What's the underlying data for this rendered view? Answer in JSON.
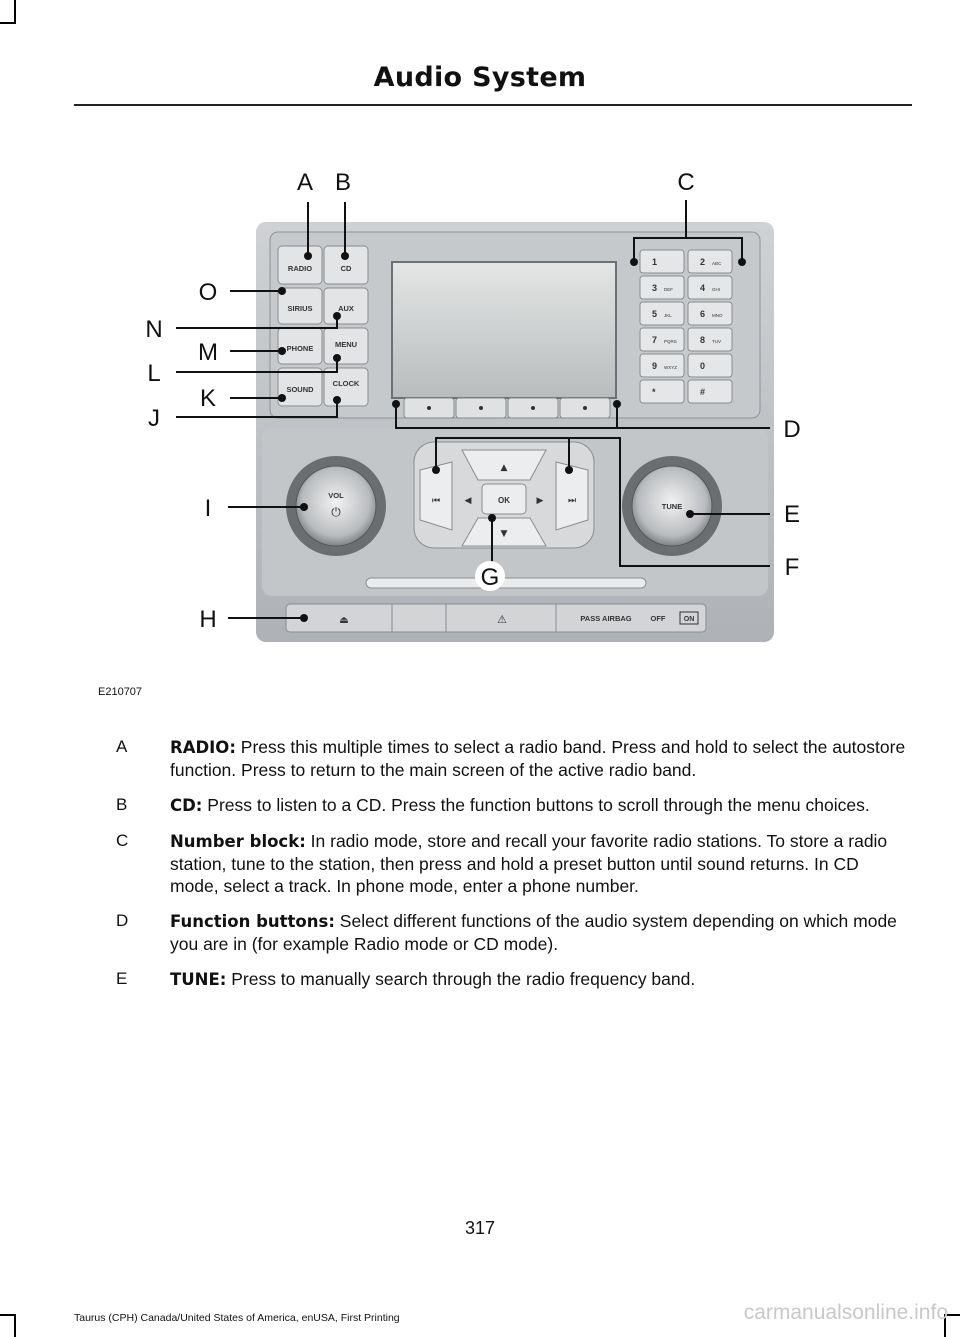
{
  "header": {
    "title": "Audio System"
  },
  "figure": {
    "id": "E210707",
    "callouts": [
      "A",
      "B",
      "C",
      "D",
      "E",
      "F",
      "G",
      "H",
      "I",
      "J",
      "K",
      "L",
      "M",
      "N",
      "O"
    ],
    "panel_labels": {
      "radio": "RADIO",
      "cd": "CD",
      "sirius": "SIRIUS",
      "aux": "AUX",
      "phone": "PHONE",
      "menu": "MENU",
      "sound": "SOUND",
      "clock": "CLOCK",
      "vol": "VOL",
      "tune": "TUNE",
      "ok": "OK",
      "pass_airbag": "PASS AIRBAG",
      "off": "OFF",
      "on": "ON"
    },
    "keypad": [
      [
        "1",
        ""
      ],
      [
        "2",
        "ABC"
      ],
      [
        "3",
        "DEF"
      ],
      [
        "4",
        "GHI"
      ],
      [
        "5",
        "JKL"
      ],
      [
        "6",
        "MNO"
      ],
      [
        "7",
        "PQRS"
      ],
      [
        "8",
        "TUV"
      ],
      [
        "9",
        "WXYZ"
      ],
      [
        "0",
        ""
      ],
      [
        "*",
        ""
      ],
      [
        "#",
        ""
      ]
    ]
  },
  "items": [
    {
      "key": "A",
      "term": "RADIO:",
      "text": " Press this multiple times to select a radio band. Press and hold to select the autostore function. Press to return to the main screen of the active radio band."
    },
    {
      "key": "B",
      "term": "CD:",
      "text": " Press to listen to a CD. Press the function buttons to scroll through the menu choices."
    },
    {
      "key": "C",
      "term": "Number block:",
      "text": " In radio mode, store and recall your favorite radio stations. To store a radio station, tune to the station, then press and hold a preset button until sound returns. In CD mode, select a track. In phone mode, enter a phone number."
    },
    {
      "key": "D",
      "term": "Function buttons:",
      "text": " Select different functions of the audio system depending on which mode you are in (for example Radio mode or CD mode)."
    },
    {
      "key": "E",
      "term": "TUNE:",
      "text": " Press to manually search through the radio frequency band."
    }
  ],
  "page_number": "317",
  "footer": "Taurus (CPH) Canada/United States of America, enUSA, First Printing",
  "watermark": "carmanualsonline.info"
}
